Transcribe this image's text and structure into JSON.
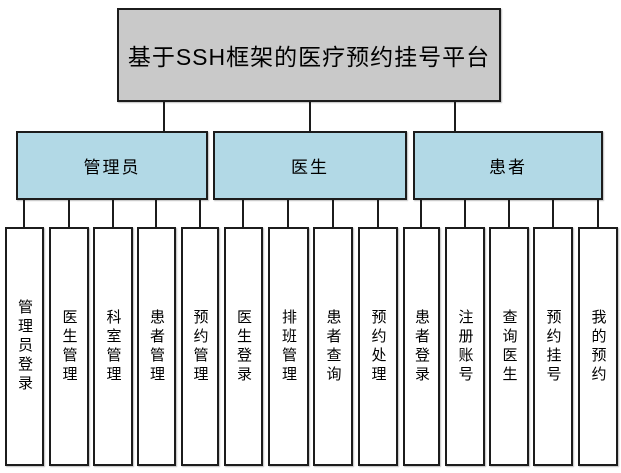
{
  "diagram": {
    "root": {
      "label": "基于SSH框架的医疗预约挂号平台"
    },
    "groups": [
      {
        "label": "管理员",
        "children": [
          "管理员登录",
          "医生管理",
          "科室管理",
          "患者管理",
          "预约管理"
        ]
      },
      {
        "label": "医生",
        "children": [
          "医生登录",
          "排班管理",
          "患者查询",
          "预约处理"
        ]
      },
      {
        "label": "患者",
        "children": [
          "患者登录",
          "注册账号",
          "查询医生",
          "预约挂号",
          "我的预约"
        ]
      }
    ],
    "colors": {
      "root_fill": "#c9c9c9",
      "group_fill": "#b2d9e6",
      "leaf_fill": "#ffffff",
      "border": "#1c1c1c",
      "background": "#ffffff"
    }
  }
}
